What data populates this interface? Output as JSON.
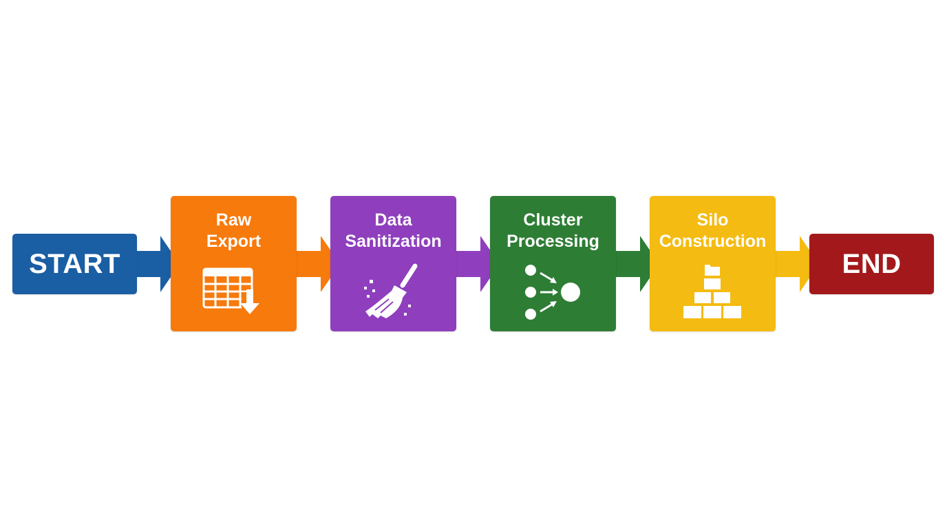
{
  "diagram": {
    "start": {
      "label": "START",
      "color": "#1a5ea4"
    },
    "end": {
      "label": "END",
      "color": "#a3191b"
    },
    "steps": [
      {
        "line1": "Raw",
        "line2": "Export",
        "color": "#f77a0c",
        "icon": "spreadsheet-download-icon"
      },
      {
        "line1": "Data",
        "line2": "Sanitization",
        "color": "#8f3fbd",
        "icon": "broom-icon"
      },
      {
        "line1": "Cluster",
        "line2": "Processing",
        "color": "#2e7d35",
        "icon": "cluster-nodes-icon"
      },
      {
        "line1": "Silo",
        "line2": "Construction",
        "color": "#f4bb12",
        "icon": "stacked-blocks-icon"
      }
    ],
    "arrow_colors": [
      "#1a5ea4",
      "#f77a0c",
      "#8f3fbd",
      "#2e7d35",
      "#f4bb12"
    ]
  }
}
